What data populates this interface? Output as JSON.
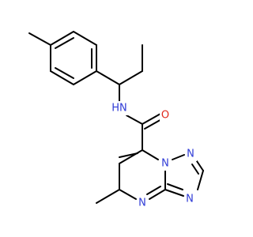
{
  "colors": {
    "background": "#ffffff",
    "bond": "#000000",
    "nitrogen": "#2f3bd6",
    "oxygen": "#e0281c"
  },
  "atoms": {
    "amide_nitrogen": {
      "text": "HN",
      "element": "N"
    },
    "carbonyl_oxygen": {
      "text": "O",
      "element": "O"
    },
    "ring_n_bridge": {
      "text": "N",
      "element": "N"
    },
    "ring_n_triazole_top": {
      "text": "N",
      "element": "N"
    },
    "ring_n_triazole_bottom": {
      "text": "N",
      "element": "N"
    },
    "ring_n_pyrimidine": {
      "text": "N",
      "element": "N"
    }
  }
}
